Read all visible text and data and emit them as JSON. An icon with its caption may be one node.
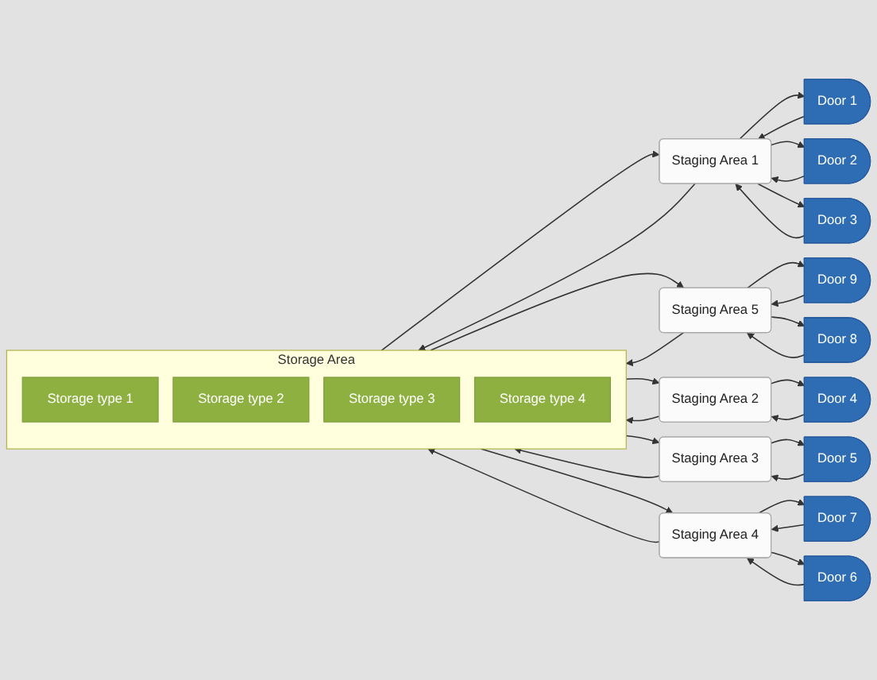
{
  "diagram": {
    "nodes": [
      {
        "text": [
          "Door 1"
        ]
      },
      {
        "text": [
          "Door 2"
        ]
      },
      {
        "text": [
          "Door 3"
        ]
      },
      {
        "text": [
          "Staging Area 1"
        ]
      },
      {
        "text": [
          "Storage Area"
        ]
      },
      {
        "text": [
          "Storage type 1"
        ],
        "in": 4
      },
      {
        "text": [
          "Storage type 2"
        ],
        "in": 4
      },
      {
        "text": [
          "Storage type 3"
        ],
        "in": 4
      },
      {
        "text": [
          "Storage type 4"
        ],
        "in": 4
      },
      {
        "text": [
          "Staging Area 5"
        ]
      },
      {
        "text": [
          "Door 9"
        ]
      },
      {
        "text": [
          "Door 8"
        ]
      },
      {
        "text": [
          "Door 4"
        ]
      },
      {
        "text": [
          "Staging Area 2"
        ]
      },
      {
        "text": [
          "Staging Area 3"
        ]
      },
      {
        "text": [
          "Staging Area 4"
        ]
      },
      {
        "text": [
          "Door 7"
        ]
      },
      {
        "text": [
          "Door 5"
        ]
      },
      {
        "text": [
          "Door 6"
        ]
      }
    ],
    "edges": [
      {
        "from": 0,
        "to": 3,
        "arrow": "to"
      },
      {
        "from": 3,
        "to": 0,
        "arrow": "to"
      },
      {
        "from": 1,
        "to": 3,
        "arrow": "to"
      },
      {
        "from": 3,
        "to": 1,
        "arrow": "to"
      },
      {
        "from": 2,
        "to": 3,
        "arrow": "to"
      },
      {
        "from": 3,
        "to": 2,
        "arrow": "to"
      },
      {
        "from": 3,
        "to": 4,
        "arrow": "to"
      },
      {
        "from": 4,
        "to": 3,
        "arrow": "to"
      },
      {
        "from": 4,
        "to": 9,
        "arrow": "to"
      },
      {
        "from": 9,
        "to": 4,
        "arrow": "to"
      },
      {
        "from": 10,
        "to": 9,
        "arrow": "to"
      },
      {
        "from": 9,
        "to": 10,
        "arrow": "to"
      },
      {
        "from": 11,
        "to": 9,
        "arrow": "to"
      },
      {
        "from": 9,
        "to": 11,
        "arrow": "to"
      },
      {
        "from": 12,
        "to": 13,
        "arrow": "to"
      },
      {
        "from": 13,
        "to": 12,
        "arrow": "to"
      },
      {
        "from": 13,
        "to": 4,
        "arrow": "to"
      },
      {
        "from": 4,
        "to": 13,
        "arrow": "to"
      },
      {
        "from": 14,
        "to": 4,
        "arrow": "to"
      },
      {
        "from": 4,
        "to": 14,
        "arrow": "to"
      },
      {
        "from": 4,
        "to": 15,
        "arrow": "to"
      },
      {
        "from": 15,
        "to": 4,
        "arrow": "to"
      },
      {
        "from": 16,
        "to": 15,
        "arrow": "to"
      },
      {
        "from": 15,
        "to": 16,
        "arrow": "to"
      },
      {
        "from": 17,
        "to": 14,
        "arrow": "to"
      },
      {
        "from": 14,
        "to": 17,
        "arrow": "to"
      },
      {
        "from": 18,
        "to": 15,
        "arrow": "to"
      },
      {
        "from": 15,
        "to": 18,
        "arrow": "to"
      }
    ]
  }
}
